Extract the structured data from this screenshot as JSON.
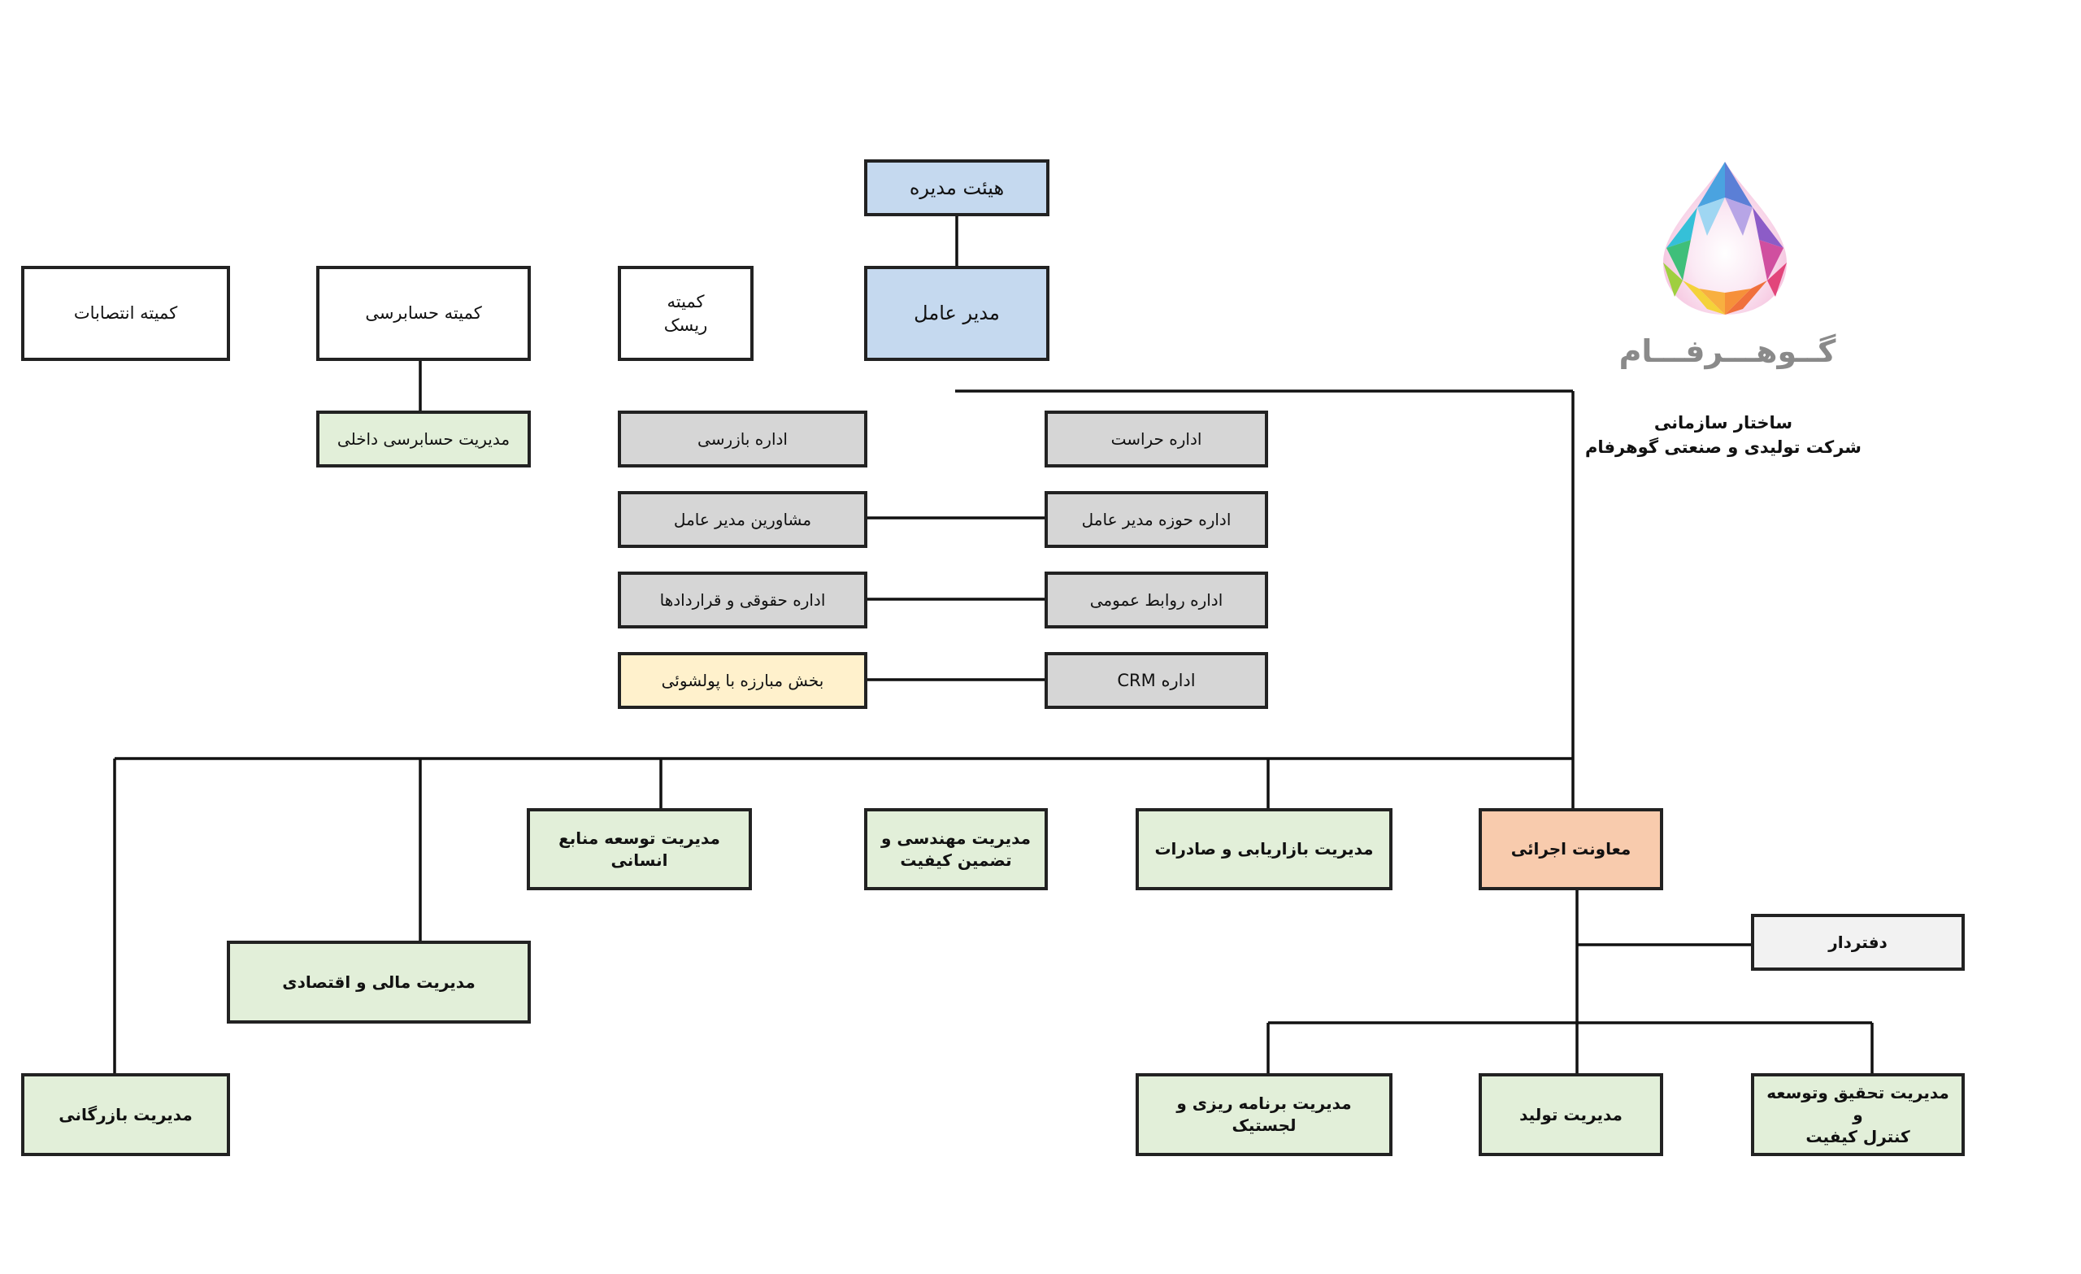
{
  "logo": {
    "name": "گــوهـــرفـــام",
    "icon": "diamond-drop-logo-icon"
  },
  "title": {
    "line1": "ساختار سازمانی",
    "line2": "شرکت تولیدی و صنعتی گوهرفام"
  },
  "nodes": {
    "board": "هیئت مدیره",
    "ceo": "مدیر عامل",
    "appointments_committee": "کمیته انتصابات",
    "audit_committee": "کمیته حسابرسی",
    "risk_committee_1": "کمیته",
    "risk_committee_2": "ریسک",
    "internal_audit": "مدیریت حسابرسی داخلی",
    "inspection": "اداره بازرسی",
    "ceo_advisors": "مشاورین مدیر عامل",
    "legal": "اداره حقوقی و قراردادها",
    "money_laundering": "بخش مبارزه با پولشوئی",
    "security": "اداره حراست",
    "ceo_office": "اداره حوزه مدیر عامل",
    "public_relations": "اداره روابط عمومی",
    "crm": "اداره CRM",
    "hr": "مدیریت توسعه منابع انسانی",
    "engineering_1": "مدیریت مهندسی و",
    "engineering_2": "تضمین کیفیت",
    "marketing": "مدیریت بازاریابی و صادرات",
    "executive_deputy": "معاونت اجرائی",
    "finance": "مدیریت مالی و اقتصادی",
    "commerce": "مدیریت بازرگانی",
    "secretariat": "دفتردار",
    "planning_logistics": "مدیریت برنامه ریزی و لجستیک",
    "production": "مدیریت تولید",
    "rnd_1": "مدیریت تحقیق وتوسعه و",
    "rnd_2": "کنترل کیفیت"
  },
  "colors": {
    "blue": "#c5d9ef",
    "grey": "#d6d6d6",
    "green": "#e2efd9",
    "cream": "#fff1cc",
    "orange": "#f8cbad",
    "light": "#f2f2f2",
    "line": "#111111"
  }
}
